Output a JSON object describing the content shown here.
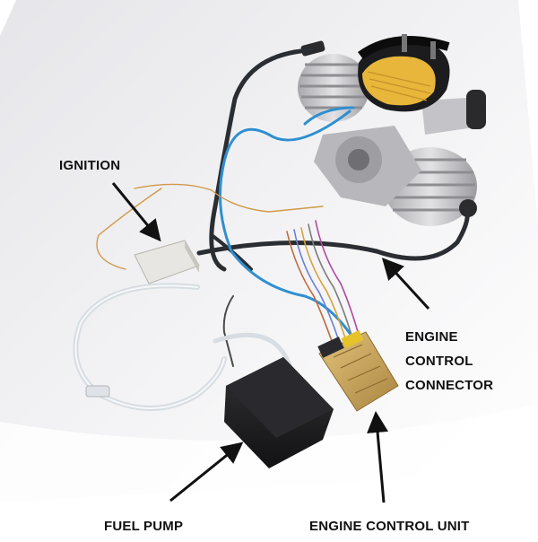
{
  "labels": {
    "ignition": "IGNITION",
    "engine_control_connector": [
      "ENGINE",
      "CONTROL",
      "CONNECTOR"
    ],
    "fuel_pump": "FUEL PUMP",
    "engine_control_unit": "ENGINE CONTROL UNIT"
  },
  "colors": {
    "background": "#ffffff",
    "backdrop": "#f1f1f3",
    "label_text": "#111111",
    "arrow": "#111111",
    "air_filter": "#e8b63a",
    "engine_fins": "#cfcfd1",
    "ecu_gold": "#c9a45c",
    "fuel_pump_box": "#1c1c1e",
    "blue_tube": "#2f8fd0",
    "black_cable": "#2a2d31"
  }
}
